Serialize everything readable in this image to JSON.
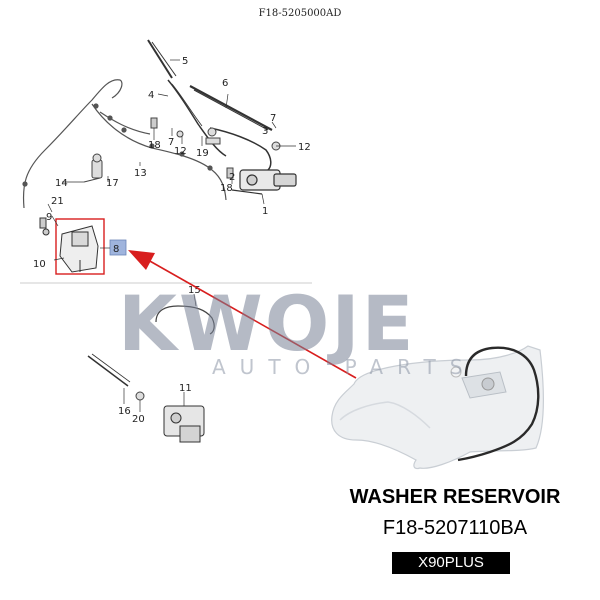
{
  "diagram": {
    "code": "F18-5205000AD",
    "callouts": [
      "1",
      "2",
      "3",
      "4",
      "5",
      "6",
      "7",
      "7",
      "8",
      "9",
      "10",
      "11",
      "12",
      "12",
      "13",
      "14",
      "15",
      "16",
      "17",
      "18",
      "18",
      "19",
      "20",
      "21"
    ]
  },
  "watermark": {
    "brand": "KWOJE",
    "tagline": "AUTO PARTS"
  },
  "product": {
    "name": "WASHER RESERVOIR",
    "part_number": "F18-5207110BA",
    "model": "X90PLUS"
  },
  "colors": {
    "highlight": "#d81e1e",
    "callout_box": "#9fb4dd",
    "watermark": "#7a8396",
    "badge": "#000000"
  }
}
